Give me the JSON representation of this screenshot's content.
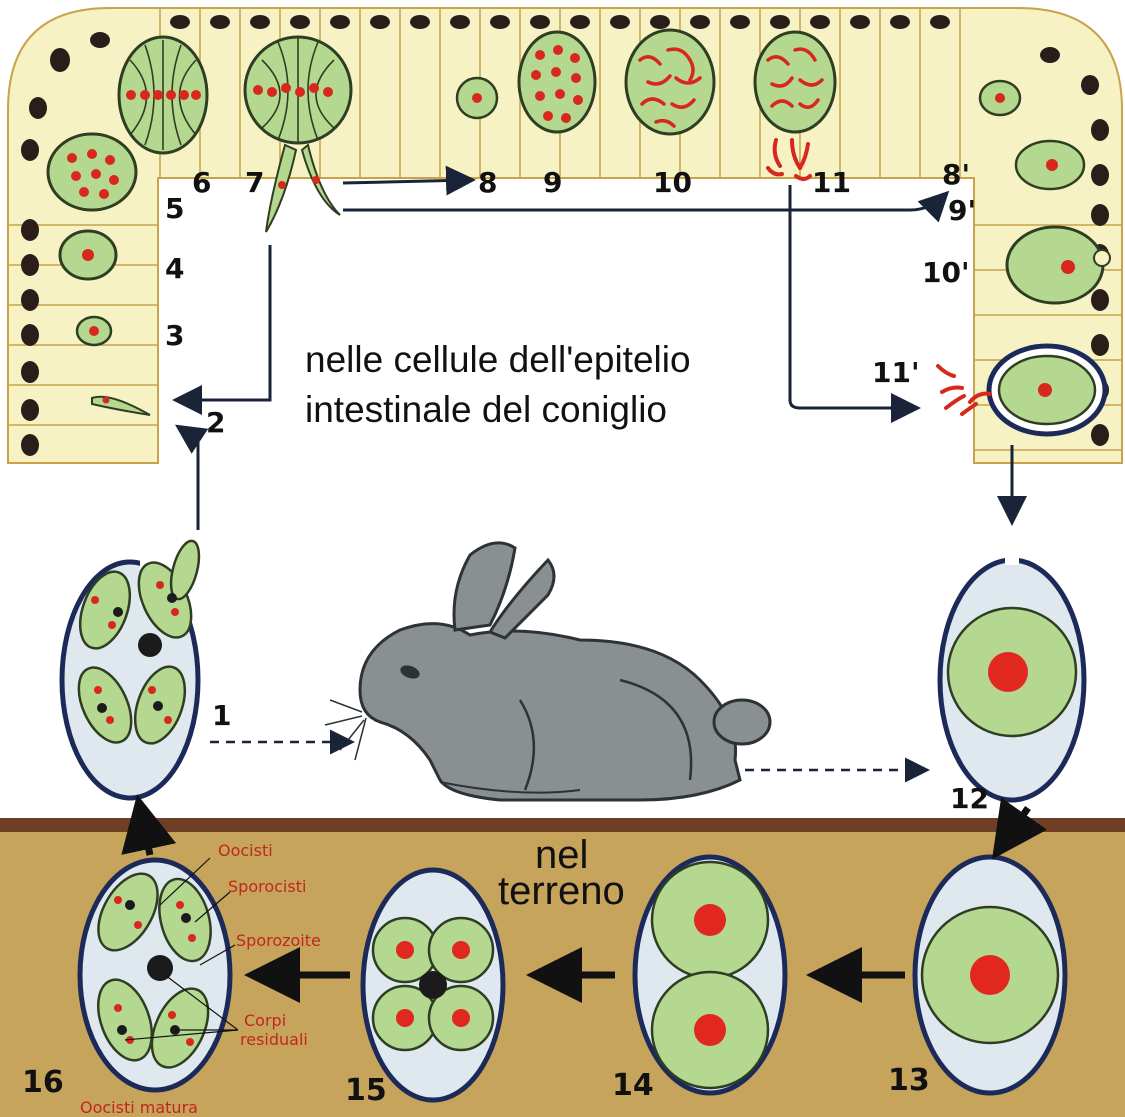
{
  "captions": {
    "intestine_line1": "nelle cellule dell'epitelio",
    "intestine_line2": "intestinale del coniglio",
    "soil_line1": "nel",
    "soil_line2": "terreno"
  },
  "stage_numbers": {
    "n1": "1",
    "n2": "2",
    "n3": "3",
    "n4": "4",
    "n5": "5",
    "n6": "6",
    "n7": "7",
    "n8": "8",
    "n9": "9",
    "n10": "10",
    "n11": "11",
    "n8p": "8'",
    "n9p": "9'",
    "n10p": "10'",
    "n11p": "11'",
    "n12": "12",
    "n13": "13",
    "n14": "14",
    "n15": "15",
    "n16": "16"
  },
  "oocyst_labels": {
    "oocisti": "Oocisti",
    "sporocisti": "Sporocisti",
    "sporozoite": "Sporozoite",
    "corpi": "Corpi",
    "residuali": "residuali",
    "matura": "Oocisti  matura"
  },
  "colors": {
    "epithelium": "#f6f2c4",
    "cell_border": "#c9a24a",
    "nucleus": "#2a1e1a",
    "parasite_green": "#b4d890",
    "parasite_red": "#d8281e",
    "oocyst_wall": "#1c2a5a",
    "oocyst_fill": "#dfe8ee",
    "soil": "#c7a45c",
    "soil_top": "#6e3e25",
    "rabbit": "#8a8f92"
  }
}
